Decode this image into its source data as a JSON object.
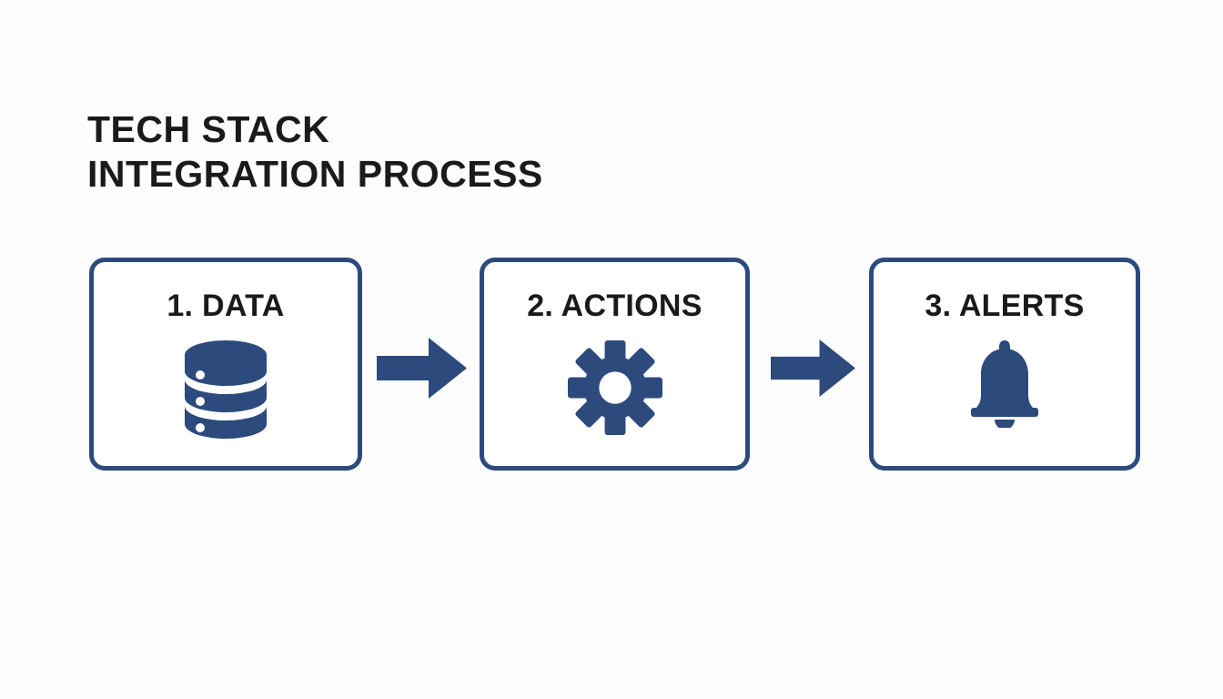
{
  "slide": {
    "background_color": "#fdfdfd",
    "accent_color": "#2c4b7c",
    "text_color": "#1a1a1c",
    "title": {
      "line1": "TECH STACK",
      "line2": "INTEGRATION PROCESS"
    },
    "steps": [
      {
        "label": "1. DATA",
        "icon": "database-icon"
      },
      {
        "label": "2. ACTIONS",
        "icon": "gear-icon"
      },
      {
        "label": "3. ALERTS",
        "icon": "bell-icon"
      }
    ],
    "connectors": [
      {
        "icon": "arrow-right-icon"
      },
      {
        "icon": "arrow-right-icon"
      }
    ]
  },
  "chart_data": {
    "type": "diagram",
    "diagram_kind": "linear-process-flow",
    "title": "TECH STACK INTEGRATION PROCESS",
    "nodes": [
      {
        "order": 1,
        "label": "1. DATA",
        "icon": "database"
      },
      {
        "order": 2,
        "label": "2. ACTIONS",
        "icon": "gear"
      },
      {
        "order": 3,
        "label": "3. ALERTS",
        "icon": "bell"
      }
    ],
    "edges": [
      {
        "from": "1. DATA",
        "to": "2. ACTIONS",
        "style": "block-arrow-right"
      },
      {
        "from": "2. ACTIONS",
        "to": "3. ALERTS",
        "style": "block-arrow-right"
      }
    ],
    "direction": "left-to-right"
  }
}
